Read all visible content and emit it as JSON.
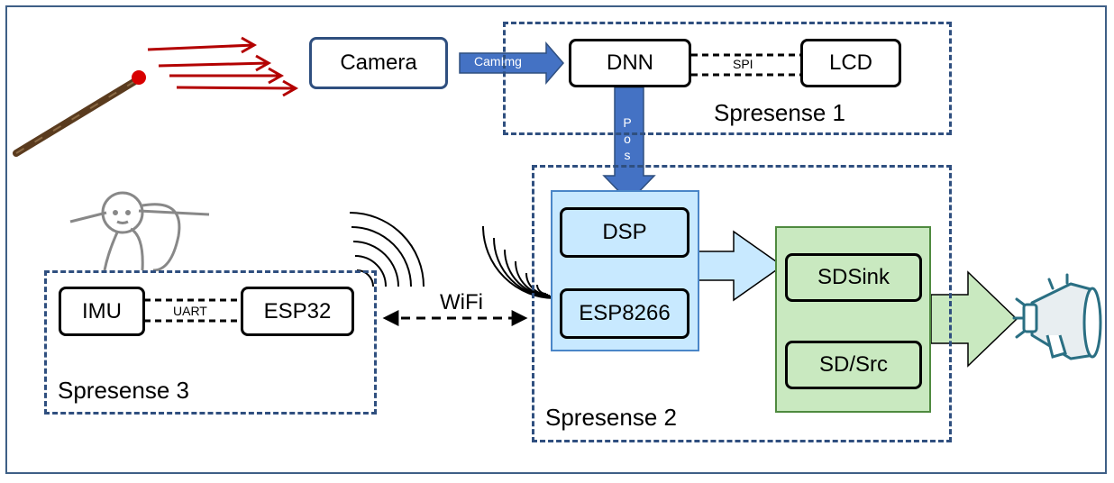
{
  "labels": {
    "camera": "Camera",
    "dnn": "DNN",
    "lcd": "LCD",
    "spi": "SPI",
    "camimg": "CamImg",
    "pos": "P\no\ns",
    "spresense1": "Spresense 1",
    "dsp": "DSP",
    "esp8266": "ESP8266",
    "sdsink": "SDSink",
    "sdsrc": "SD/Src",
    "spresense2": "Spresense 2",
    "imu": "IMU",
    "uart": "UART",
    "esp32": "ESP32",
    "spresense3": "Spresense 3",
    "wifi": "WiFi"
  },
  "colors": {
    "dashed_border": "#2f4f7f",
    "arrow_blue": "#4472c4",
    "dsp_panel": "#c8e9ff",
    "sd_panel": "#c9e9c0",
    "wand_tip": "#d80000",
    "wand": "#5a3b1e",
    "speaker_accent": "#2a6f83"
  },
  "icons": {
    "wand": "wand-icon",
    "motion": "motion-lines-icon",
    "person": "stick-figure-icon",
    "wifi_left": "wifi-waves-icon",
    "wifi_right": "wifi-waves-icon",
    "speaker": "megaphone-icon"
  }
}
